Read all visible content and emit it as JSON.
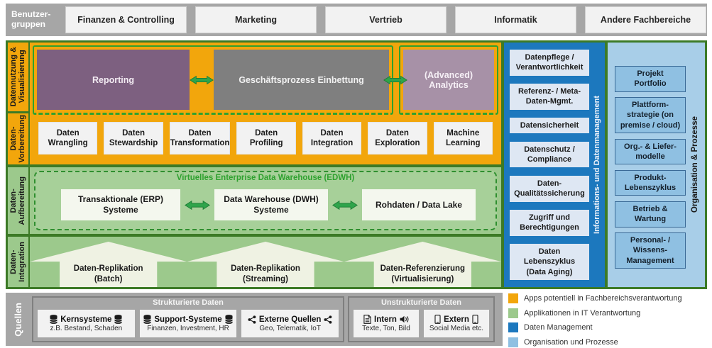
{
  "top_bar": {
    "label": "Benutzer-\ngruppen",
    "groups": [
      "Finanzen & Controlling",
      "Marketing",
      "Vertrieb",
      "Informatik",
      "Andere Fachbereiche"
    ]
  },
  "visualization": {
    "label": "Datennutzung &\nVisualisierung",
    "apps": [
      "Reporting",
      "Geschäftsprozess Einbettung",
      "(Advanced)\nAnalytics"
    ]
  },
  "preparation": {
    "label": "Daten-\nVorbereitung",
    "steps": [
      "Daten\nWrangling",
      "Daten\nStewardship",
      "Daten\nTransformation",
      "Daten\nProfiling",
      "Daten\nIntegration",
      "Daten\nExploration",
      "Machine\nLearning"
    ]
  },
  "staging": {
    "label": "Daten-\nAufbereitung",
    "edwh_title": "Virtuelles Enterprise Data Warehouse (EDWH)",
    "systems": [
      "Transaktionale (ERP)\nSysteme",
      "Data Warehouse (DWH)\nSysteme",
      "Rohdaten / Data Lake"
    ]
  },
  "integration": {
    "label": "Daten-\nIntegration",
    "arrows": [
      "Daten-Replikation\n(Batch)",
      "Daten-Replikation\n(Streaming)",
      "Daten-Referenzierung\n(Virtualisierung)"
    ]
  },
  "sources": {
    "label": "Quellen",
    "structured": {
      "title": "Strukturierte Daten",
      "items": [
        {
          "name": "Kernsysteme",
          "subtitle": "z.B. Bestand, Schaden",
          "icon": "database-icon"
        },
        {
          "name": "Support-Systeme",
          "subtitle": "Finanzen, Investment, HR",
          "icon": "database-icon"
        },
        {
          "name": "Externe Quellen",
          "subtitle": "Geo, Telematik, IoT",
          "icon": "share-nodes-icon"
        }
      ]
    },
    "unstructured": {
      "title": "Unstrukturierte Daten",
      "items": [
        {
          "name": "Intern",
          "subtitle": "Texte, Ton, Bild",
          "icon_left": "document-icon",
          "icon_right": "speaker-icon"
        },
        {
          "name": "Extern",
          "subtitle": "Social Media etc.",
          "icon_left": "smartphone-icon",
          "icon_right": "smartphone-icon"
        }
      ]
    }
  },
  "data_management": {
    "label": "Informations- und Datenmanagement",
    "topics": [
      "Datenpflege /\nVerantwortlichkeit",
      "Referenz- / Meta-\nDaten-Mgmt.",
      "Datensicherheit",
      "Datenschutz /\nCompliance",
      "Daten-\nQualitätssicherung",
      "Zugriff und\nBerechtigungen",
      "Daten\nLebenszyklus\n(Data Aging)"
    ]
  },
  "org_processes": {
    "label": "Organisation & Prozesse",
    "topics": [
      "Projekt\nPortfolio",
      "Plattform-\nstrategie (on\npremise / cloud)",
      "Org.- & Liefer-\nmodelle",
      "Produkt-\nLebenszyklus",
      "Betrieb &\nWartung",
      "Personal- /\nWissens-\nManagement"
    ]
  },
  "legend": {
    "items": [
      {
        "label": "Apps potentiell in Fachbereichsverantwortung",
        "color": "#F2A60C"
      },
      {
        "label": "Applikationen in IT Verantwortung",
        "color": "#9CC98C"
      },
      {
        "label": "Daten Management",
        "color": "#1C78BE"
      },
      {
        "label": "Organisation und Prozesse",
        "color": "#8FC0E2"
      }
    ]
  },
  "colors": {
    "frame_green": "#3C7A26",
    "accent_green_border": "#2FA12F",
    "orange": "#F2A60C",
    "panel_green": "#9CC98C",
    "reporting_purple": "#7D6080",
    "process_gray": "#7F7F7F",
    "analytics_mauve": "#A791A7",
    "data_management_blue": "#1C78BE",
    "org_light_blue": "#A8CEE8",
    "source_bar_gray": "#A6A6A6"
  }
}
